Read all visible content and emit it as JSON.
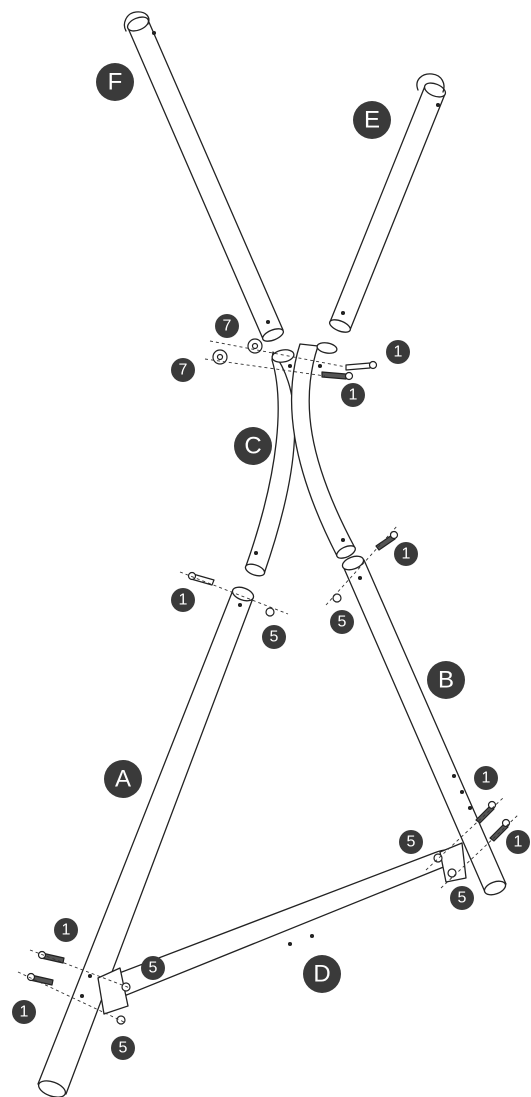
{
  "colors": {
    "badge": "#3a3a3a",
    "stroke": "#222222",
    "tube": "#ffffff"
  },
  "parts": {
    "A": "A",
    "B": "B",
    "C": "C",
    "D": "D",
    "E": "E",
    "F": "F"
  },
  "callouts": {
    "bolt": "1",
    "nut": "5",
    "washer": "7"
  }
}
